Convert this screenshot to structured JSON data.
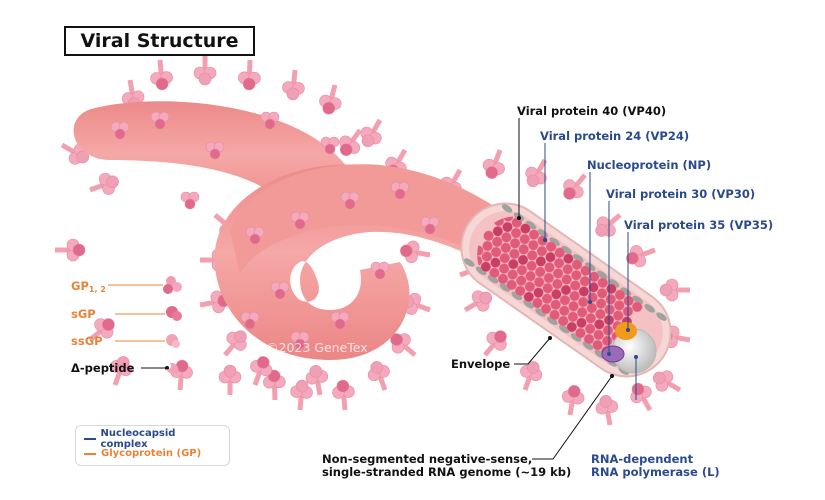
{
  "title": "Viral Structure",
  "copyright": "©2023 GeneTex",
  "colors": {
    "nucleocapsid": "#2a4a8c",
    "glycoprotein": "#e8843a",
    "dark_label": "#111111",
    "virion_body": "#ef9190",
    "spike": "#f0a0b4",
    "np": "#e05a7a",
    "vp24_vp40": "#9a9e9a",
    "vp30": "#8a5aa8",
    "vp35": "#f29a1e",
    "polymerase": "#d8d8d8"
  },
  "left_labels": {
    "gp12_main": "GP",
    "gp12_sub": "1, 2",
    "sgp": "sGP",
    "ssgp": "ssGP",
    "delta_peptide": "Δ-peptide"
  },
  "right_labels": {
    "vp40": "Viral protein 40 (VP40)",
    "vp24": "Viral protein 24 (VP24)",
    "np": "Nucleoprotein (NP)",
    "vp30": "Viral protein 30 (VP30)",
    "vp35": "Viral protein 35 (VP35)",
    "envelope": "Envelope",
    "genome_line1": "Non-segmented negative-sense,",
    "genome_line2": "single-stranded RNA genome (~19 kb)",
    "polymerase_line1": "RNA-dependent",
    "polymerase_line2": "RNA polymerase (L)"
  },
  "legend": {
    "items": [
      {
        "label": "Nucleocapsid complex",
        "color": "#2a4a8c"
      },
      {
        "label": "Glycoprotein (GP)",
        "color": "#e8843a"
      }
    ]
  }
}
